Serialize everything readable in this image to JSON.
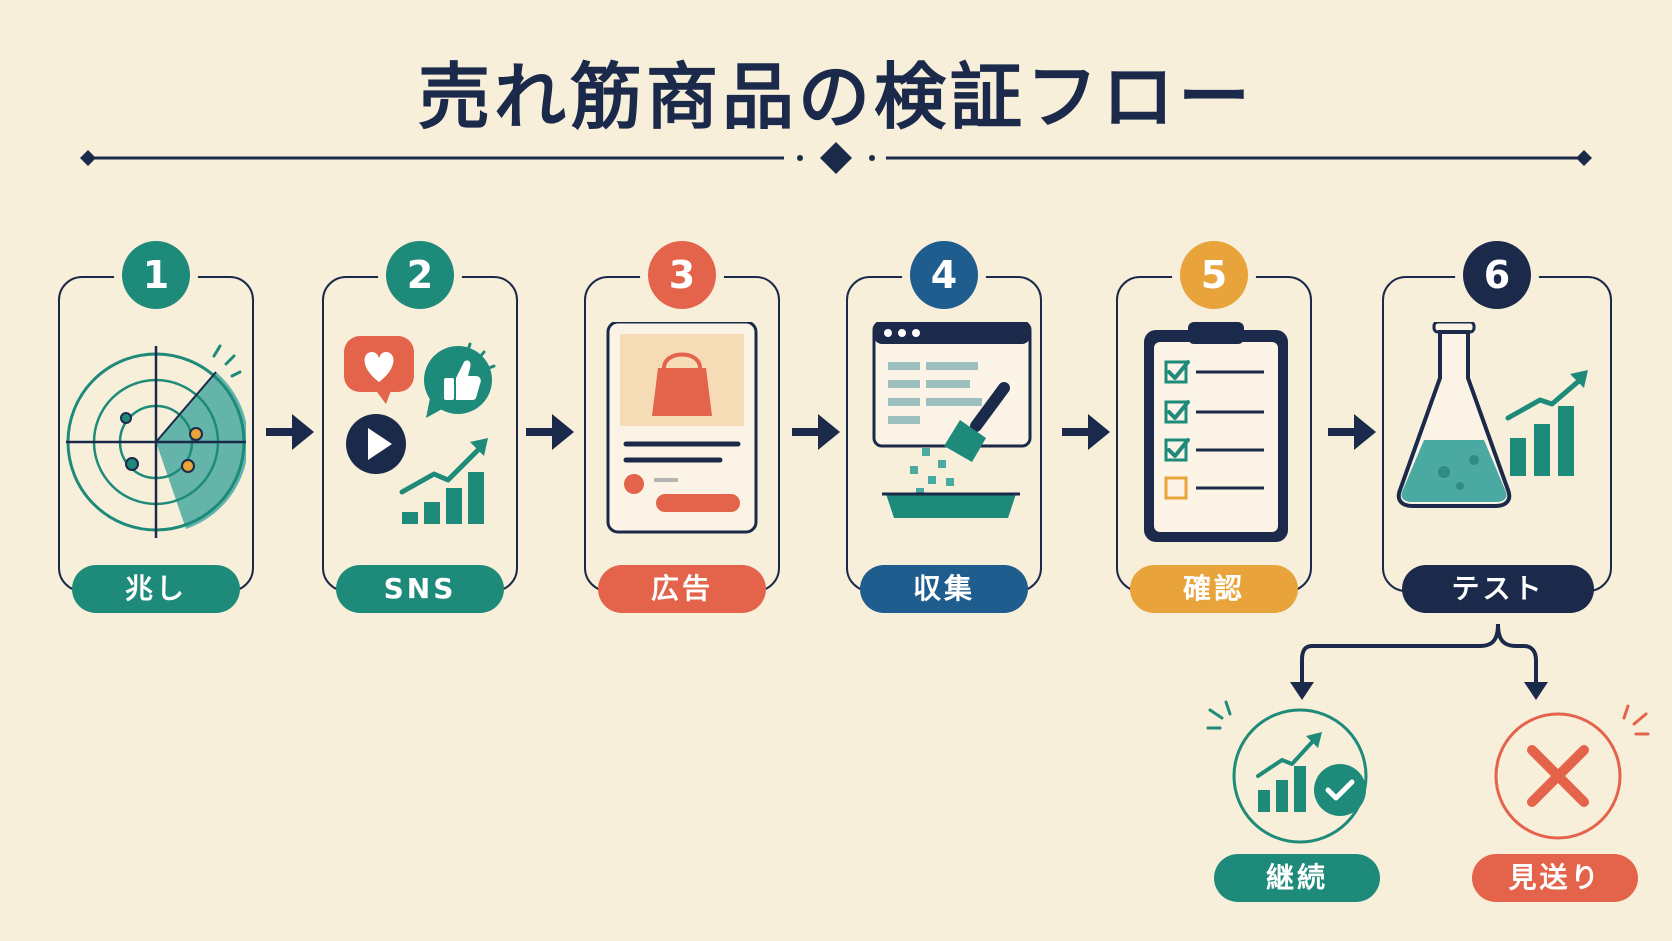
{
  "title": "売れ筋商品の検証フロー",
  "colors": {
    "navy": "#1b2a4a",
    "teal": "#1e8a7a",
    "teal_light": "#4aa9a0",
    "coral": "#e4634b",
    "blue": "#1f5d8e",
    "gold": "#e8a33a",
    "background": "#f8efdb"
  },
  "steps": [
    {
      "number": "1",
      "label": "兆し",
      "icon": "radar-icon",
      "color": "#1e8a7a"
    },
    {
      "number": "2",
      "label": "SNS",
      "icon": "social-media-icon",
      "color": "#1e8a7a"
    },
    {
      "number": "3",
      "label": "広告",
      "icon": "ad-listing-icon",
      "color": "#e4634b"
    },
    {
      "number": "4",
      "label": "収集",
      "icon": "data-collection-icon",
      "color": "#1f5d8e"
    },
    {
      "number": "5",
      "label": "確認",
      "icon": "clipboard-checklist-icon",
      "color": "#e8a33a"
    },
    {
      "number": "6",
      "label": "テスト",
      "icon": "flask-growth-icon",
      "color": "#1b2a4a"
    }
  ],
  "outcomes": [
    {
      "label": "継続",
      "icon": "growth-check-icon",
      "color": "#1e8a7a"
    },
    {
      "label": "見送り",
      "icon": "cross-icon",
      "color": "#e4634b"
    }
  ]
}
